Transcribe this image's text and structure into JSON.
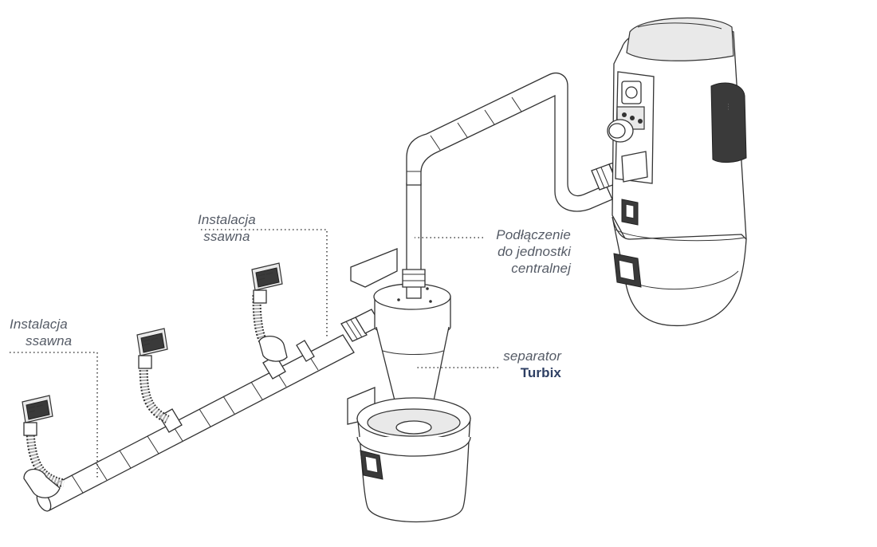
{
  "diagram": {
    "labels": {
      "suction_left": {
        "line1": "Instalacja",
        "line2": "ssawna"
      },
      "suction_top": {
        "line1": "Instalacja",
        "line2": "ssawna"
      },
      "connection": {
        "line1": "Podłączenie",
        "line2": "do jednostki",
        "line3": "centralnej"
      },
      "separator": {
        "line1": "separator",
        "line2": "Turbix"
      }
    },
    "colors": {
      "label_text": "#555b66",
      "brand_text": "#2e3f63",
      "line": "#333333"
    },
    "components": [
      "suction-inlet",
      "pipe-network",
      "cyclone-separator",
      "central-vacuum-unit"
    ]
  }
}
